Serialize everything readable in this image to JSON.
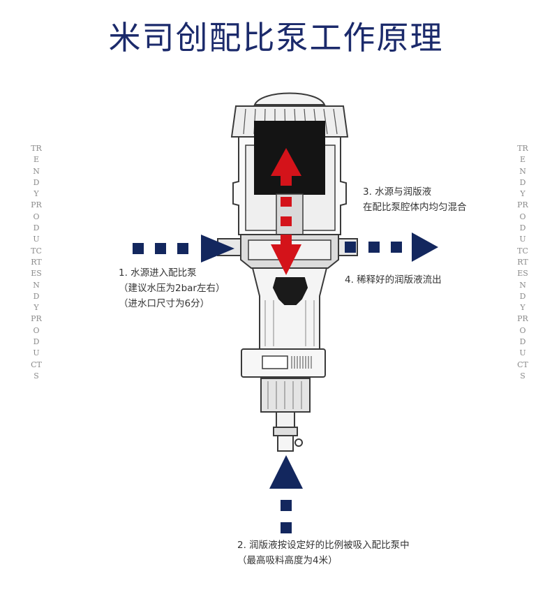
{
  "title": "米司创配比泵工作原理",
  "side_text": {
    "left": "TRENDY PRODUTCRTESN DY PRODUCTS",
    "right": "TRENDY PRODUTCRTESN DY PRODUCTS"
  },
  "steps": [
    {
      "line1": "1.  水源进入配比泵",
      "line2": "（建议水压为2bar左右）",
      "line3": "（进水口尺寸为6分）"
    },
    {
      "line1": "2.  润版液按设定好的比例被吸入配比泵中",
      "line2": "（最高吸料高度为4米）"
    },
    {
      "line1": "3.  水源与润版液",
      "line2": "在配比泵腔体内均匀混合"
    },
    {
      "line1": "4.  稀释好的润版液流出"
    }
  ],
  "colors": {
    "navy": "#13275e",
    "red": "#d4131a",
    "title": "#1b2a6b"
  }
}
